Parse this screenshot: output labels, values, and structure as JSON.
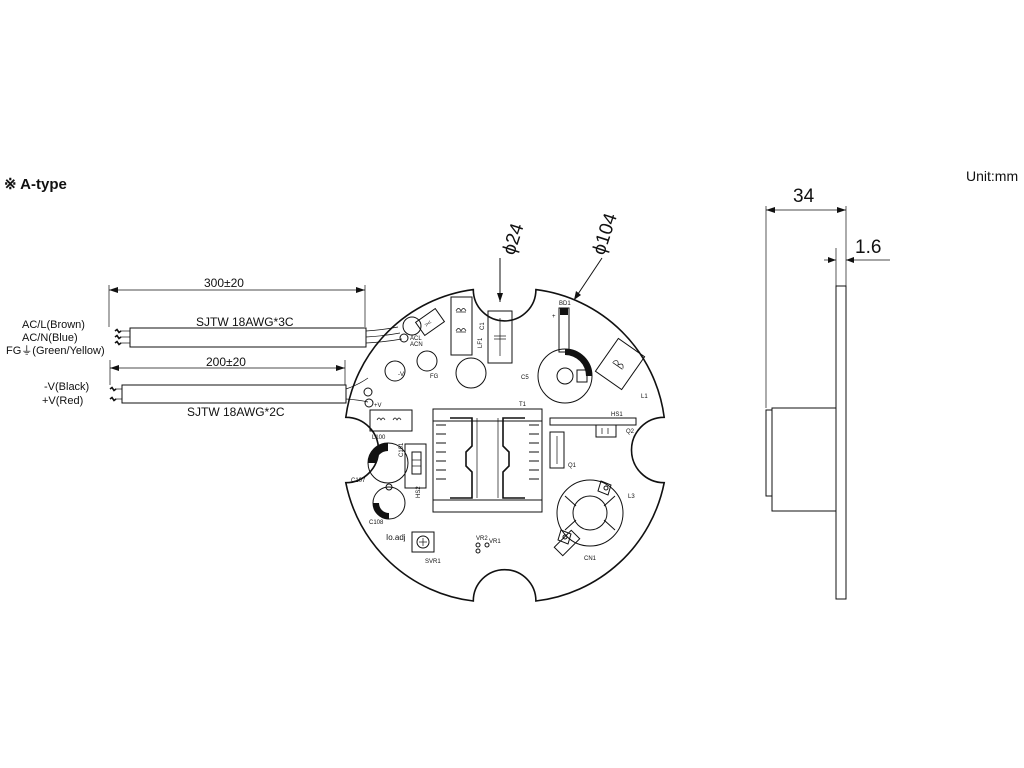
{
  "header": {
    "title": "※ A-type",
    "unit": "Unit:mm"
  },
  "top_view": {
    "dim_phi24": "ϕ24",
    "dim_phi104": "ϕ104",
    "ac_cable_length": "300±20",
    "ac_cable_type": "SJTW 18AWG*3C",
    "dc_cable_length": "200±20",
    "dc_cable_type": "SJTW 18AWG*2C",
    "wire_acl": "AC/L(Brown)",
    "wire_acn": "AC/N(Blue)",
    "wire_fg": "FG⏚(Green/Yellow)",
    "wire_vneg": "-V(Black)",
    "wire_vpos": "+V(Red)",
    "pot_label": "Io.adj"
  },
  "board_refs": {
    "bd1": "BD1",
    "c1": "C1",
    "lf1": "LF1",
    "c5": "C5",
    "l1": "L1",
    "fg": "FG",
    "acl": "ACL",
    "acn": "ACN",
    "neg_v": "-V",
    "pos_v": "+V",
    "t1": "T1",
    "hs1": "HS1",
    "q2": "Q2",
    "q1": "Q1",
    "l100": "L100",
    "c101": "C101",
    "c107": "C107",
    "hs2": "HS2",
    "c108": "C108",
    "l3": "L3",
    "cn1": "CN1",
    "vr2": "VR2",
    "vr1": "VR1",
    "svr1": "SVR1"
  },
  "side_view": {
    "dim_height": "34",
    "dim_thickness": "1.6"
  }
}
